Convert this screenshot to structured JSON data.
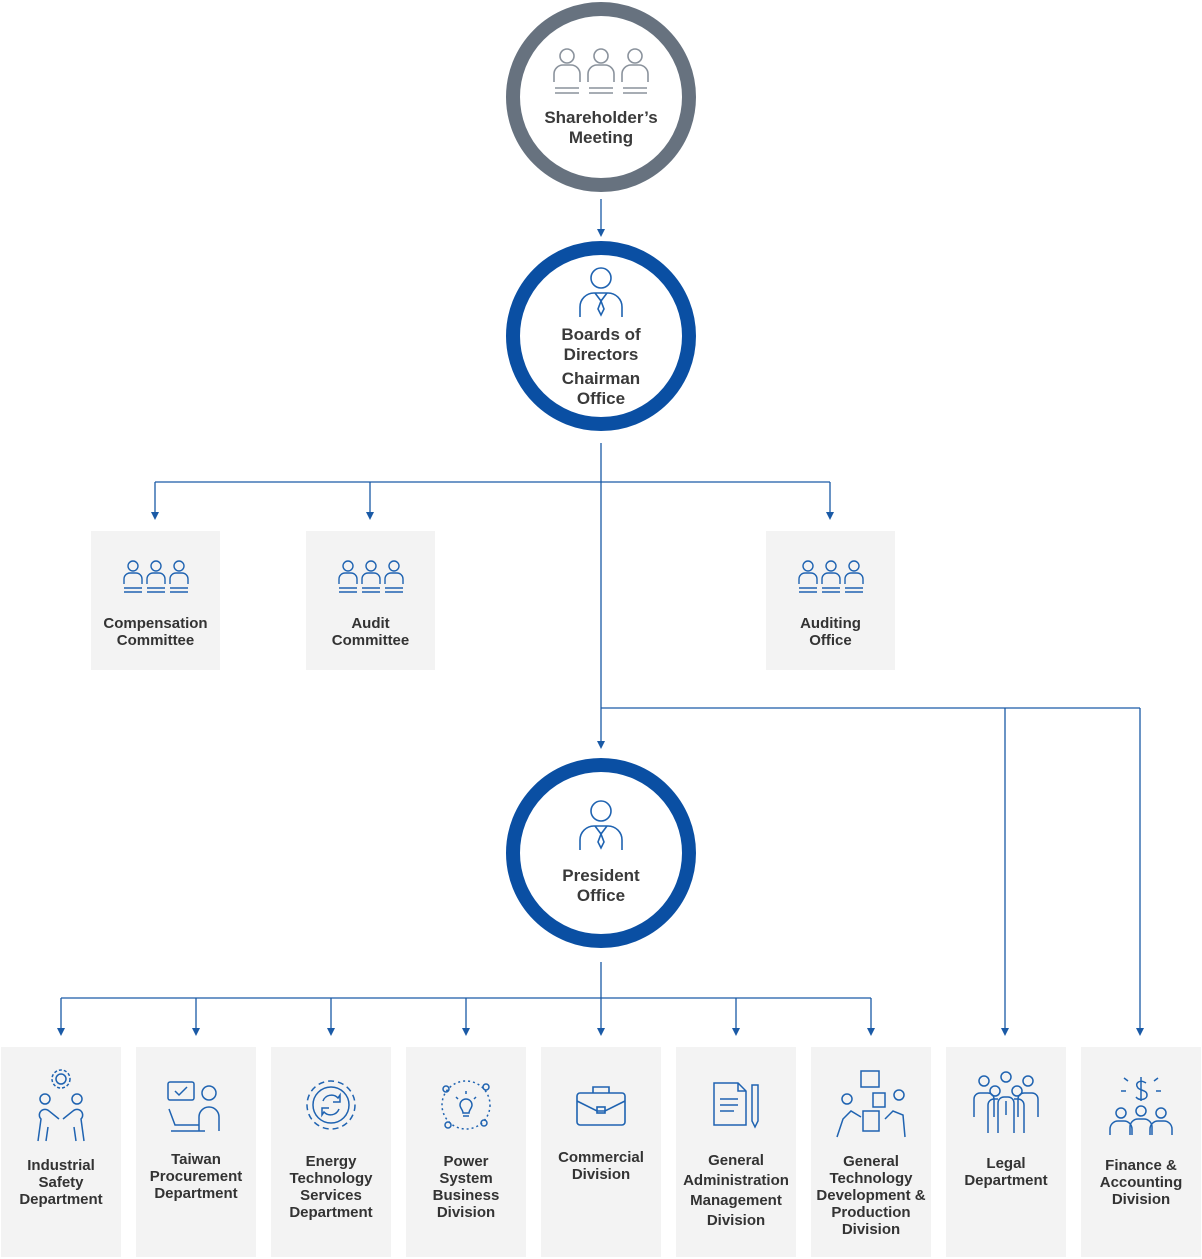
{
  "nodes": {
    "shareholders": {
      "label": "Shareholder’s Meeting",
      "icon": "group-people-icon"
    },
    "board": {
      "label": "Boards of Directors",
      "sublabel": "Chairman Office",
      "icon": "executive-person-icon"
    },
    "president": {
      "label": "President Office",
      "icon": "executive-person-icon"
    }
  },
  "committees": [
    {
      "label": "Compensation Committee",
      "icon": "group-people-icon"
    },
    {
      "label": "Audit Committee",
      "icon": "group-people-icon"
    },
    {
      "label": "Auditing Office",
      "icon": "group-people-icon"
    }
  ],
  "departments": [
    {
      "label": "Industrial Safety Department",
      "icon": "people-gear-icon"
    },
    {
      "label": "Taiwan Procurement Department",
      "icon": "person-desk-check-icon"
    },
    {
      "label": "Energy Technology Services Department",
      "icon": "gear-cycle-icon"
    },
    {
      "label": "Power System Business Division",
      "icon": "lightbulb-orbit-icon"
    },
    {
      "label": "Commercial Division",
      "icon": "briefcase-icon"
    },
    {
      "label": "General Administration Management Division",
      "icon": "document-pen-icon"
    },
    {
      "label": "General Technology Development & Production Division",
      "icon": "people-boxes-icon"
    },
    {
      "label": "Legal Department",
      "icon": "business-team-icon"
    },
    {
      "label": "Finance & Accounting Division",
      "icon": "team-dollar-icon"
    }
  ],
  "colors": {
    "gray_ring": "#67727f",
    "blue_ring": "#0a4fa3",
    "connector": "#1a5aa6",
    "box_bg": "#f3f3f3",
    "icon_blue": "#1f63b1"
  }
}
